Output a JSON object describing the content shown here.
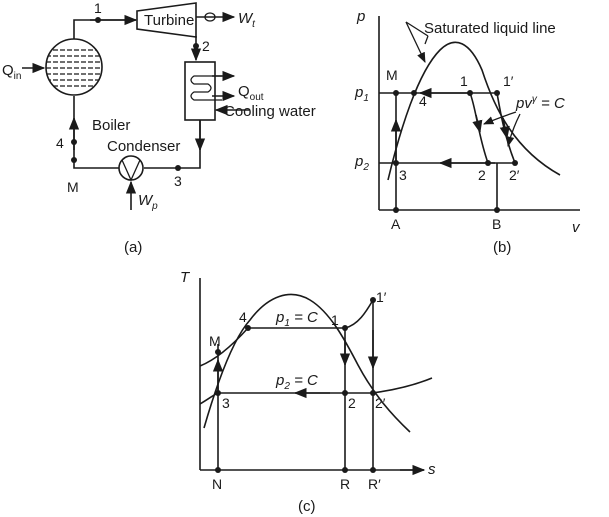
{
  "panel_a": {
    "caption": "(a)",
    "turbine": "Turbine",
    "boiler": "Boiler",
    "condenser": "Condenser",
    "cooling_water": "Cooling water",
    "q_in": "Q",
    "q_in_sub": "in",
    "q_out": "Q",
    "q_out_sub": "out",
    "w_t": "W",
    "w_t_sub": "t",
    "w_p": "W",
    "w_p_sub": "p",
    "pt1": "1",
    "pt2": "2",
    "pt3": "3",
    "pt4": "4",
    "ptM": "M"
  },
  "panel_b": {
    "caption": "(b)",
    "axis_y": "p",
    "axis_x": "v",
    "sat_label": "Saturated liquid line",
    "p1": "p",
    "p1_sub": "1",
    "p2": "p",
    "p2_sub": "2",
    "pvc_a": "pv",
    "pvc_exp": "γ",
    "pvc_b": " = C",
    "pt1": "1",
    "pt1p": "1′",
    "pt2": "2",
    "pt2p": "2′",
    "pt3": "3",
    "pt4": "4",
    "ptM": "M",
    "ptA": "A",
    "ptB": "B"
  },
  "panel_c": {
    "caption": "(c)",
    "axis_y": "T",
    "axis_x": "s",
    "p1c_a": "p",
    "p1c_sub": "1",
    "p1c_b": " = C",
    "p2c_a": "p",
    "p2c_sub": "2",
    "p2c_b": " = C",
    "pt1": "1",
    "pt1p": "1′",
    "pt2": "2",
    "pt2p": "2′",
    "pt3": "3",
    "pt4": "4",
    "ptM": "M",
    "ptN": "N",
    "ptR": "R",
    "ptRp": "R′"
  }
}
